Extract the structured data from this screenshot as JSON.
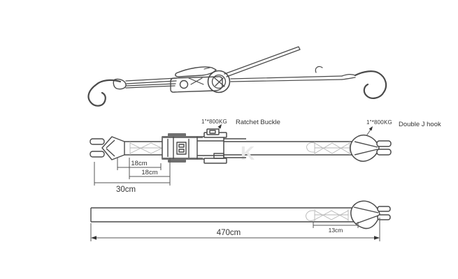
{
  "page": {
    "background": "#ffffff",
    "colors": {
      "line": "#4a4a4a",
      "dimension": "#555555",
      "text": "#333333",
      "watermark": "#e9e9e9"
    }
  },
  "annotations": {
    "buckle_capacity": "1\"*800KG",
    "buckle_name": "Ratchet Buckle",
    "hook_capacity": "1\"*800KG",
    "hook_name": "Double J hook"
  },
  "dimensions": {
    "section_a": "18cm",
    "section_b": "18cm",
    "ratchet_end_total": "30cm",
    "stitch_length": "13cm",
    "overall_length": "470cm"
  },
  "watermark": "K"
}
